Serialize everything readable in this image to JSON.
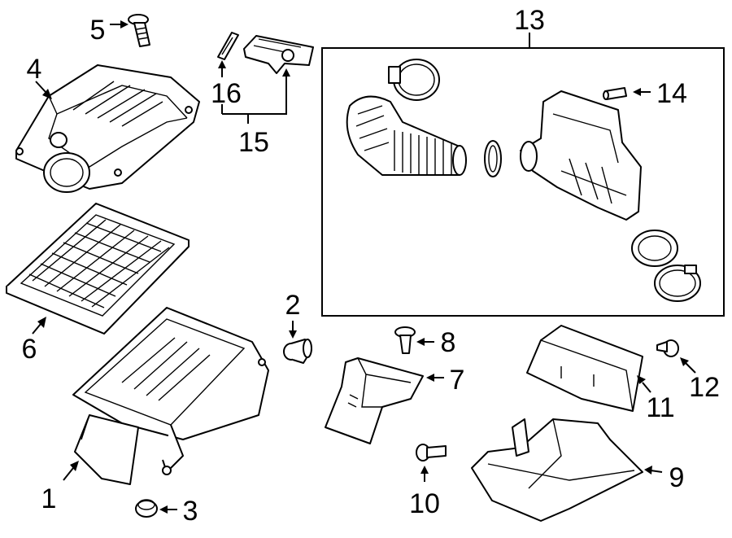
{
  "diagram": {
    "callouts": {
      "c1": "1",
      "c2": "2",
      "c3": "3",
      "c4": "4",
      "c5": "5",
      "c6": "6",
      "c7": "7",
      "c8": "8",
      "c9": "9",
      "c10": "10",
      "c11": "11",
      "c12": "12",
      "c13": "13",
      "c14": "14",
      "c15": "15",
      "c16": "16"
    },
    "colors": {
      "line": "#000000",
      "background": "#ffffff"
    }
  }
}
